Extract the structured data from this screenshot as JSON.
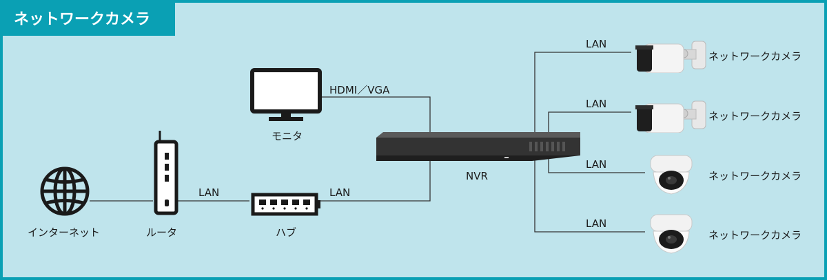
{
  "title": "ネットワークカメラ",
  "devices": {
    "internet": "インターネット",
    "router": "ルータ",
    "hub": "ハブ",
    "monitor": "モニタ",
    "nvr": "NVR"
  },
  "links": {
    "router_hub": "LAN",
    "hub_nvr": "LAN",
    "monitor_nvr": "HDMI／VGA"
  },
  "cameras": [
    {
      "type": "bullet",
      "label": "ネットワークカメラ",
      "link": "LAN"
    },
    {
      "type": "bullet",
      "label": "ネットワークカメラ",
      "link": "LAN"
    },
    {
      "type": "dome",
      "label": "ネットワークカメラ",
      "link": "LAN"
    },
    {
      "type": "dome",
      "label": "ネットワークカメラ",
      "link": "LAN"
    }
  ],
  "colors": {
    "background": "#bfe4ec",
    "accent": "#0aa0b4",
    "line": "#333333"
  }
}
